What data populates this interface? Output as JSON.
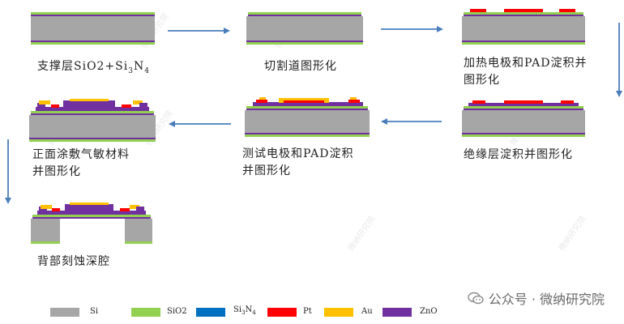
{
  "colors": {
    "si": "#a6a6a6",
    "sio2": "#92d050",
    "si3n4": "#0070c0",
    "pt": "#ff0000",
    "au": "#ffc000",
    "zno": "#7030a0",
    "arrow": "#4a7ebb"
  },
  "steps": [
    {
      "caption_pre": "支撑层SiO2+Si",
      "caption_sub": "3",
      "caption_mid": "N",
      "caption_sub2": "4"
    },
    {
      "caption_line1": "切割道图形化"
    },
    {
      "caption_line1": "加热电极和PAD淀积并",
      "caption_line2": "图形化"
    },
    {
      "caption_line1": "绝缘层淀积并图形化"
    },
    {
      "caption_line1": "测试电极和PAD淀积",
      "caption_line2": "并图形化"
    },
    {
      "caption_line1": "正面涂敷气敏材料",
      "caption_line2": "并图形化"
    },
    {
      "caption_line1": "背部刻蚀深腔"
    }
  ],
  "legend": {
    "si": "Si",
    "sio2": "SiO2",
    "si3n4_pre": "Si",
    "si3n4_sub": "3",
    "si3n4_mid": "N",
    "si3n4_sub2": "4",
    "pt": "Pt",
    "au": "Au",
    "zno": "ZnO"
  },
  "watermark": {
    "text": "公众号 · 微纳研究院",
    "faint_text": "微纳研究院"
  }
}
